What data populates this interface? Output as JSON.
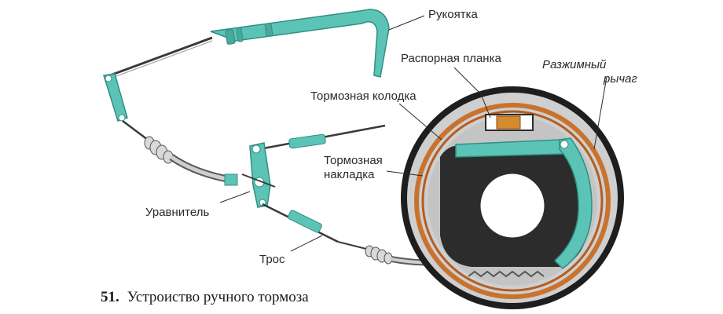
{
  "labels": {
    "handle": "Рукоятка",
    "spacer_bar": "Распорная планка",
    "release_lever_line1": "Разжимный",
    "release_lever_line2": "рычаг",
    "brake_shoe": "Тормозная колодка",
    "brake_lining_line1": "Тормозная",
    "brake_lining_line2": "накладка",
    "equalizer": "Уравнитель",
    "cable": "Трос"
  },
  "caption": {
    "number": "51.",
    "text": "Устроиство ручного тормоза"
  },
  "colors": {
    "teal": "#5cc4b6",
    "teal_dark": "#2f8f84",
    "steel": "#3a3a3a",
    "backing_plate": "#c9c9c9",
    "lining_orange": "#c9722e",
    "hub_dark": "#2c2c2c",
    "label_text": "#2a2a2a"
  }
}
